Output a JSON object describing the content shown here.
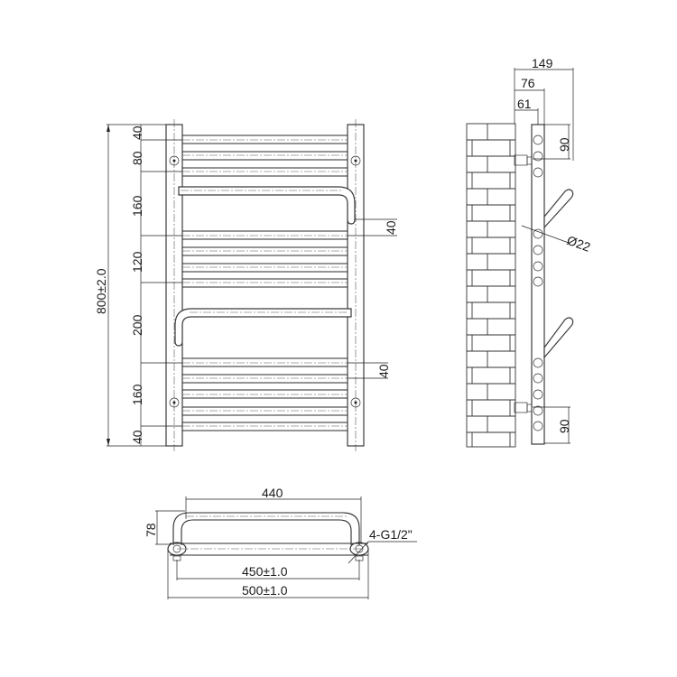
{
  "drawing": {
    "title": "Towel radiator technical drawing",
    "views": [
      "front-view",
      "side-view",
      "top-view"
    ],
    "front_view": {
      "overall_height_label": "800±2.0",
      "vertical_dims": [
        "40",
        "80",
        "160",
        "120",
        "200",
        "160",
        "40"
      ],
      "upper_bar_offset": "40",
      "lower_bar_offset": "40"
    },
    "side_view": {
      "depth_labels": [
        "149",
        "76",
        "61"
      ],
      "top_connection_offset": "90",
      "bottom_connection_offset": "90",
      "tube_diameter": "Ø22"
    },
    "top_view": {
      "bar_width": "440",
      "bar_depth": "78",
      "connection": "4-G1/2\"",
      "center_distance": "450±1.0",
      "overall_width": "500±1.0"
    }
  }
}
